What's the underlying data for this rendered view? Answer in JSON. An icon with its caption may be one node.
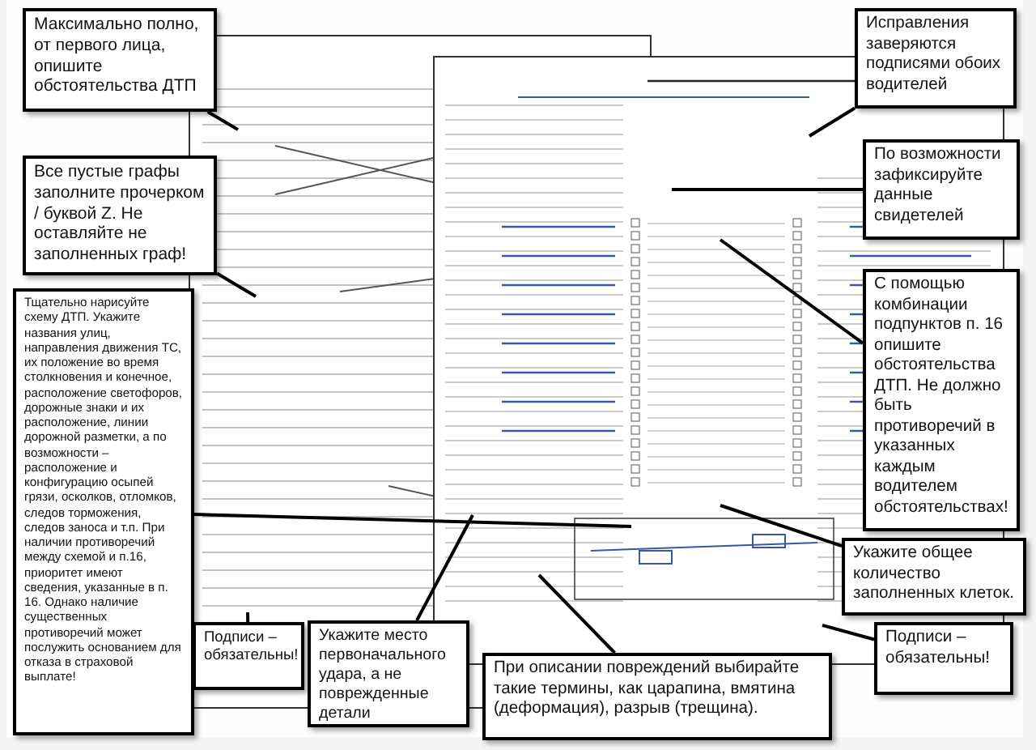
{
  "diagram": {
    "nodes": [
      {
        "text": [
          "Максимально полно, от первого лица, опишите обстоятельства ДТП"
        ]
      },
      {
        "text": [
          "Все пустые графы заполните прочерком / буквой Z. Не оставляйте не заполненных граф!"
        ]
      },
      {
        "text": [
          "Тщательно нарисуйте схему ДТП. Укажите названия улиц, направления движения ТС, их положение во время столкновения и конечное, расположение светофоров, дорожные знаки и их расположение, линии дорожной разметки, а по возможности – расположение и конфигурацию осыпей грязи, осколков, отломков, следов торможения, следов заноса и т.п. При наличии противоречий между схемой и п.16, приоритет имеют сведения, указанные в п. 16. Однако наличие существенных противоречий может послужить основанием для отказа в страховой выплате!"
        ]
      },
      {
        "text": [
          "Подписи – обязательны!"
        ]
      },
      {
        "text": [
          "Укажите место первоначального удара, а не поврежденные детали"
        ]
      },
      {
        "text": [
          "При описании повреждений выбирайте такие термины, как царапина, вмятина (деформация), разрыв (трещина)."
        ]
      },
      {
        "text": [
          "Исправления заверяются подписями обоих водителей"
        ]
      },
      {
        "text": [
          "По возможности зафиксируйте данные свидетелей"
        ]
      },
      {
        "text": [
          "С помощью комбинации подпунктов п. 16 опишите обстоятельства ДТП. Не должно быть противоречий в указанных каждым водителем обстоятельствах!"
        ]
      },
      {
        "text": [
          "Укажите общее количество заполненных клеток."
        ]
      },
      {
        "text": [
          "Подписи – обязательны!"
        ]
      }
    ],
    "edges": [
      {
        "from": 0,
        "to": null,
        "arrow": "none"
      },
      {
        "from": 1,
        "to": null,
        "arrow": "none"
      },
      {
        "from": 2,
        "to": null,
        "arrow": "none"
      },
      {
        "from": 3,
        "to": null,
        "arrow": "none"
      },
      {
        "from": 4,
        "to": null,
        "arrow": "none"
      },
      {
        "from": 5,
        "to": null,
        "arrow": "none"
      },
      {
        "from": 6,
        "to": null,
        "arrow": "none"
      },
      {
        "from": 7,
        "to": null,
        "arrow": "none"
      },
      {
        "from": 8,
        "to": null,
        "arrow": "none"
      },
      {
        "from": 9,
        "to": null,
        "arrow": "none"
      },
      {
        "from": 10,
        "to": null,
        "arrow": "none"
      }
    ]
  }
}
